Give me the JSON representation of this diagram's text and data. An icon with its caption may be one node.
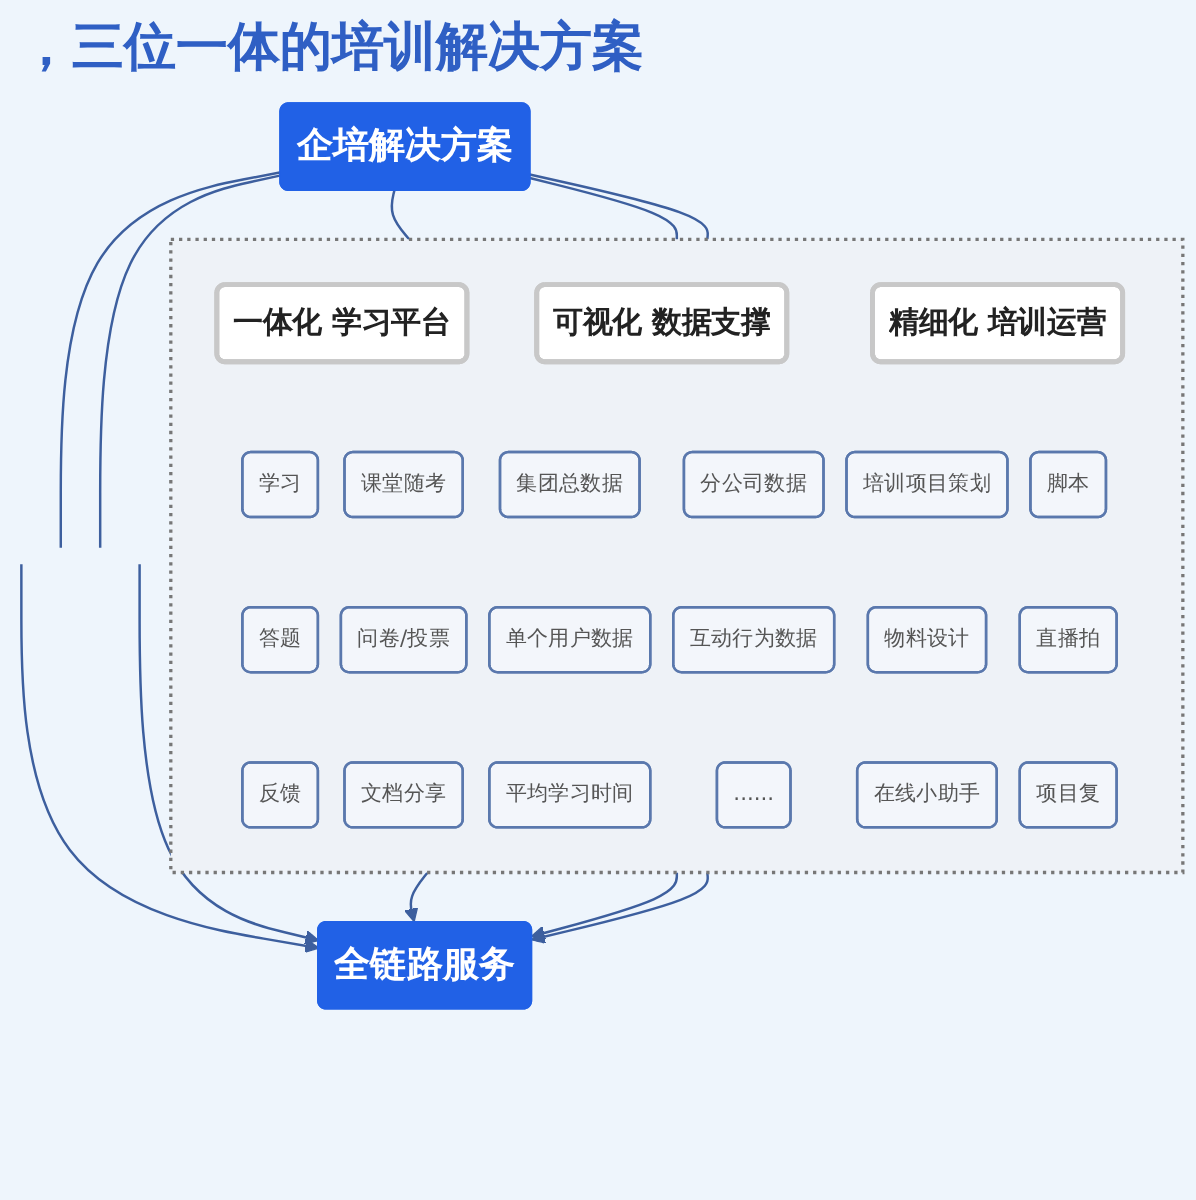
{
  "diagram": {
    "title": "，三位一体的培训解决方案",
    "nodes": [
      {
        "text": [
          "企培解决方案"
        ]
      },
      {
        "text": [],
        "shape": "box"
      },
      {
        "text": [
          "一体化 学习平台"
        ],
        "in": 1
      },
      {
        "text": [
          "学习"
        ],
        "in": 1
      },
      {
        "text": [
          "课堂随考"
        ],
        "in": 1
      },
      {
        "text": [
          "答题"
        ],
        "in": 1
      },
      {
        "text": [
          "问卷/投票"
        ],
        "in": 1
      },
      {
        "text": [
          "反馈"
        ],
        "in": 1
      },
      {
        "text": [
          "文档分享"
        ],
        "in": 1
      },
      {
        "text": [
          "可视化 数据支撑"
        ],
        "in": 1
      },
      {
        "text": [
          "集团总数据"
        ],
        "in": 1
      },
      {
        "text": [
          "分公司数据"
        ],
        "in": 1
      },
      {
        "text": [
          "单个用户数据"
        ],
        "in": 1
      },
      {
        "text": [
          "互动行为数据"
        ],
        "in": 1
      },
      {
        "text": [
          "平均学习时间"
        ],
        "in": 1
      },
      {
        "text": [
          "......"
        ],
        "in": 1
      },
      {
        "text": [
          "精细化 培训运营"
        ],
        "in": 1
      },
      {
        "text": [
          "培训项目策划"
        ],
        "in": 1
      },
      {
        "text": [
          "脚本"
        ],
        "in": 1
      },
      {
        "text": [
          "物料设计"
        ],
        "in": 1
      },
      {
        "text": [
          "直播拍"
        ],
        "in": 1
      },
      {
        "text": [
          "在线小助手"
        ],
        "in": 1
      },
      {
        "text": [
          "项目复"
        ],
        "in": 1
      },
      {
        "text": [
          "全链路服务"
        ]
      }
    ],
    "edges": [
      {
        "from": 0,
        "to": 1,
        "arrow": "none"
      },
      {
        "from": 0,
        "to": 1,
        "arrow": "none"
      },
      {
        "from": 0,
        "to": 1,
        "arrow": "none"
      },
      {
        "from": 0,
        "to": null,
        "arrow": "none"
      },
      {
        "from": 0,
        "to": null,
        "arrow": "none"
      },
      {
        "from": 1,
        "to": 23,
        "arrow": "to"
      },
      {
        "from": 1,
        "to": 23,
        "arrow": "to"
      },
      {
        "from": 1,
        "to": 23,
        "arrow": "to"
      },
      {
        "from": null,
        "to": 23,
        "arrow": "to"
      },
      {
        "from": null,
        "to": 23,
        "arrow": "to"
      }
    ]
  }
}
